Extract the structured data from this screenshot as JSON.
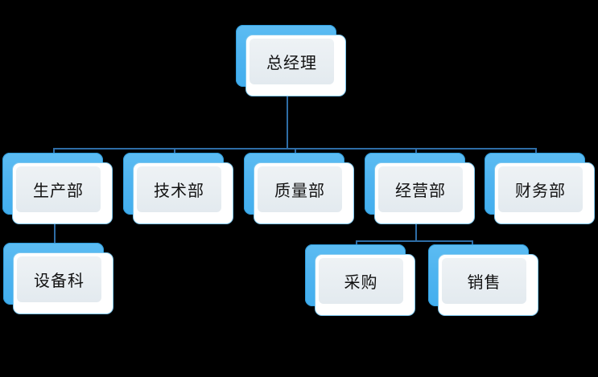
{
  "chart": {
    "type": "org-chart",
    "title": "",
    "background_color": "#000000",
    "node_plate_color": "#4fb4f0",
    "node_card_color": "#ffffff",
    "node_panel_color": "#e9eef2",
    "connector_color": "#2e6da6",
    "nodes": [
      {
        "id": "gm",
        "label": "总经理",
        "level": 0,
        "parent": null
      },
      {
        "id": "prod",
        "label": "生产部",
        "level": 1,
        "parent": "gm"
      },
      {
        "id": "tech",
        "label": "技术部",
        "level": 1,
        "parent": "gm"
      },
      {
        "id": "quality",
        "label": "质量部",
        "level": 1,
        "parent": "gm"
      },
      {
        "id": "ops",
        "label": "经营部",
        "level": 1,
        "parent": "gm"
      },
      {
        "id": "finance",
        "label": "财务部",
        "level": 1,
        "parent": "gm"
      },
      {
        "id": "equipment",
        "label": "设备科",
        "level": 2,
        "parent": "prod"
      },
      {
        "id": "purchase",
        "label": "采购",
        "level": 2,
        "parent": "ops"
      },
      {
        "id": "sales",
        "label": "销售",
        "level": 2,
        "parent": "ops"
      }
    ]
  }
}
